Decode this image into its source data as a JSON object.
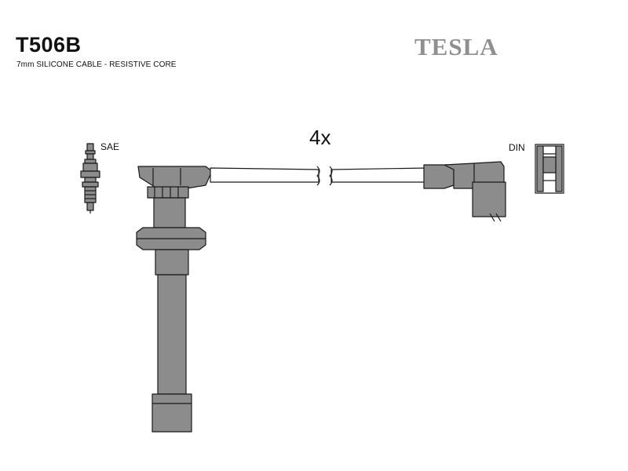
{
  "header": {
    "part_number": "T506B",
    "description": "7mm SILICONE CABLE - RESISTIVE CORE",
    "brand": "TESLA"
  },
  "diagram": {
    "quantity_label": "4x",
    "plug_left_label": "SAE",
    "plug_right_label": "DIN"
  },
  "colors": {
    "fill": "#8c8c8c",
    "stroke": "#1a1a1a",
    "brand": "#8f8f8f"
  }
}
